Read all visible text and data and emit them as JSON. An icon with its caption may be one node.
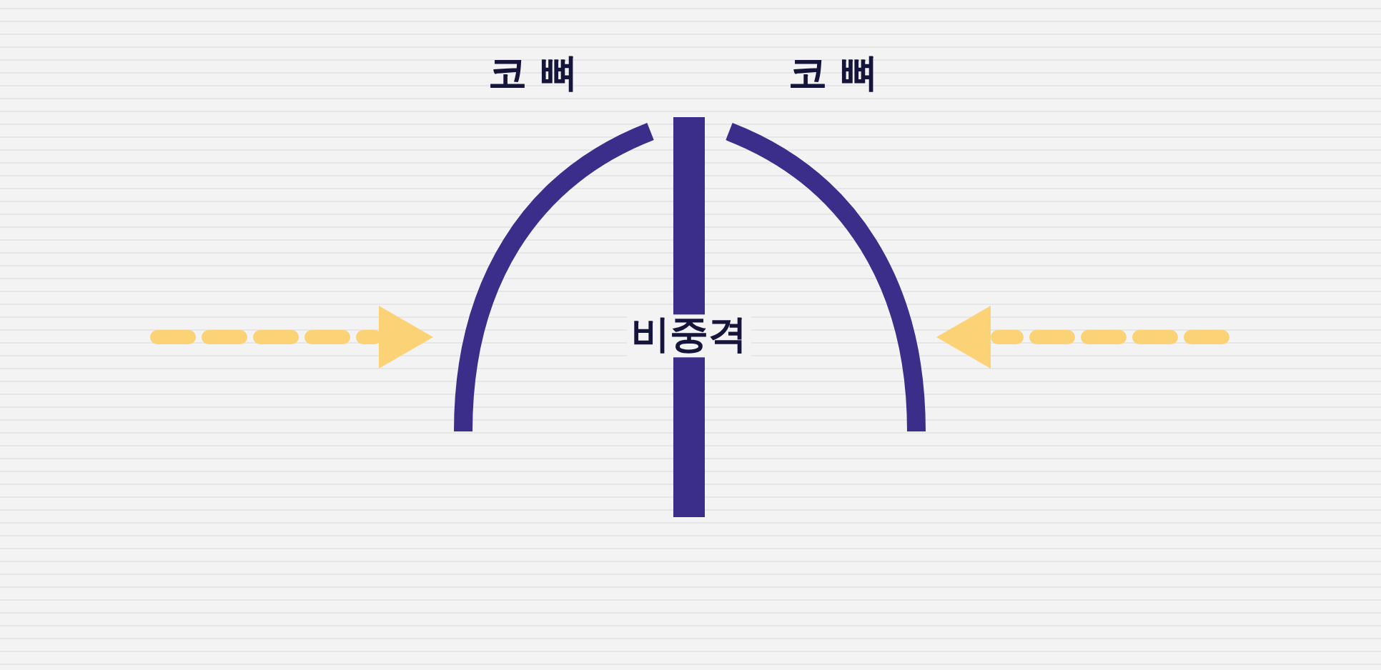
{
  "diagram": {
    "labels": [
      "코 뼈",
      "코 뼈",
      "비중격"
    ]
  }
}
